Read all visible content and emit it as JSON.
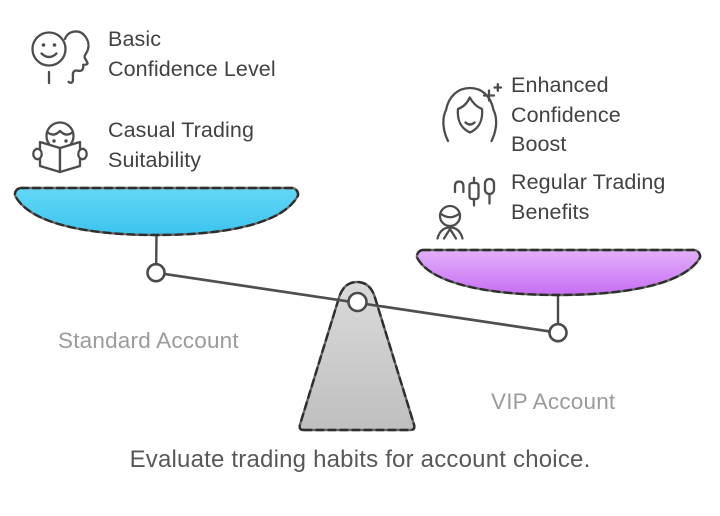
{
  "diagram": {
    "caption": "Evaluate trading habits for account choice.",
    "left": {
      "account_label": "Standard Account",
      "features": [
        {
          "icon": "positive-mind-icon",
          "lines": [
            "Basic",
            "Confidence Level"
          ]
        },
        {
          "icon": "reading-person-icon",
          "lines": [
            "Casual Trading",
            "Suitability"
          ]
        }
      ]
    },
    "right": {
      "account_label": "VIP Account",
      "features": [
        {
          "icon": "sparkle-woman-icon",
          "lines": [
            "Enhanced",
            "Confidence",
            "Boost"
          ]
        },
        {
          "icon": "trader-chart-icon",
          "lines": [
            "Regular Trading",
            "Benefits"
          ]
        }
      ]
    },
    "colors": {
      "left_pan_top": "#63d8f6",
      "left_pan_bottom": "#3cc3ee",
      "right_pan_top": "#e3b0fa",
      "right_pan_bottom": "#c76ef3",
      "fulcrum_top": "#dadada",
      "fulcrum_bottom": "#bfbfbf",
      "outline": "#4a4a4a",
      "feature_text": "#424242",
      "label_text": "#9b9b9b",
      "caption_text": "#57585a"
    }
  }
}
